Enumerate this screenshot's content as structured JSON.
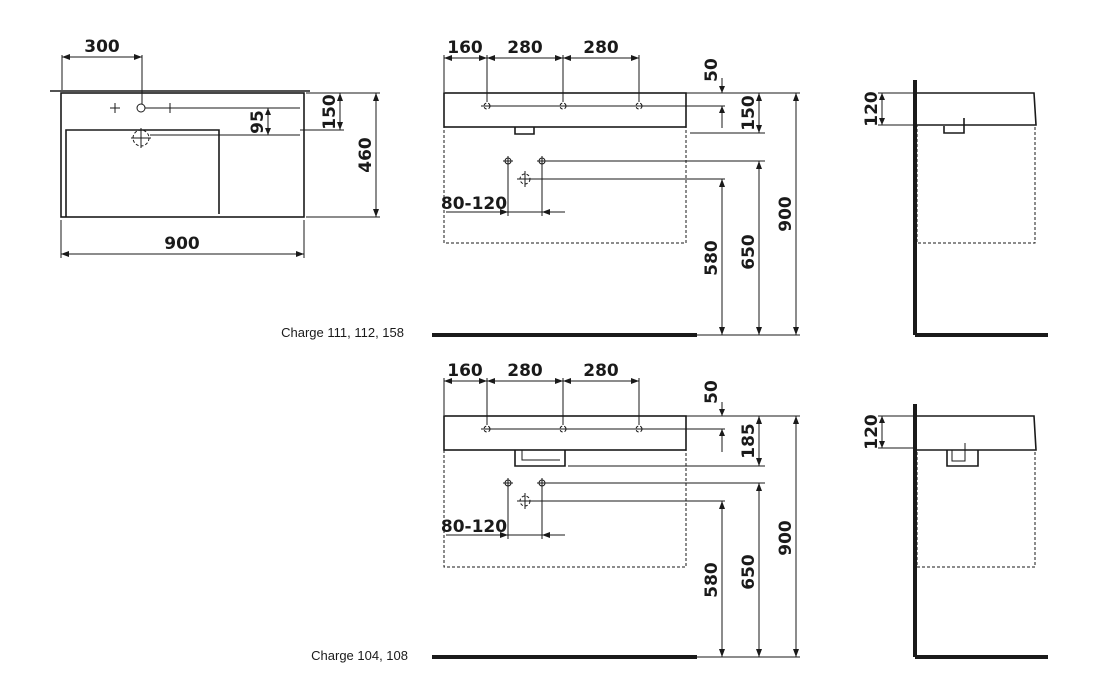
{
  "top_view": {
    "dim_tap_offset": "300",
    "dim_width": "900",
    "dim_depth": "460",
    "dim_rim": "150",
    "dim_drain": "95"
  },
  "front_view_1": {
    "dim_left": "160",
    "dim_mid": "280",
    "dim_right": "280",
    "dim_top_gap": "50",
    "dim_rim_height": "150",
    "dim_pipe_spacing": "80-120",
    "dim_supply_height": "580",
    "dim_waste_height": "650",
    "dim_mount_height": "900",
    "caption": "Charge 111, 112, 158"
  },
  "side_view_1": {
    "dim_trap": "120"
  },
  "front_view_2": {
    "dim_left": "160",
    "dim_mid": "280",
    "dim_right": "280",
    "dim_top_gap": "50",
    "dim_rim_height": "185",
    "dim_pipe_spacing": "80-120",
    "dim_supply_height": "580",
    "dim_waste_height": "650",
    "dim_mount_height": "900",
    "caption": "Charge 104, 108"
  },
  "side_view_2": {
    "dim_trap": "120"
  }
}
